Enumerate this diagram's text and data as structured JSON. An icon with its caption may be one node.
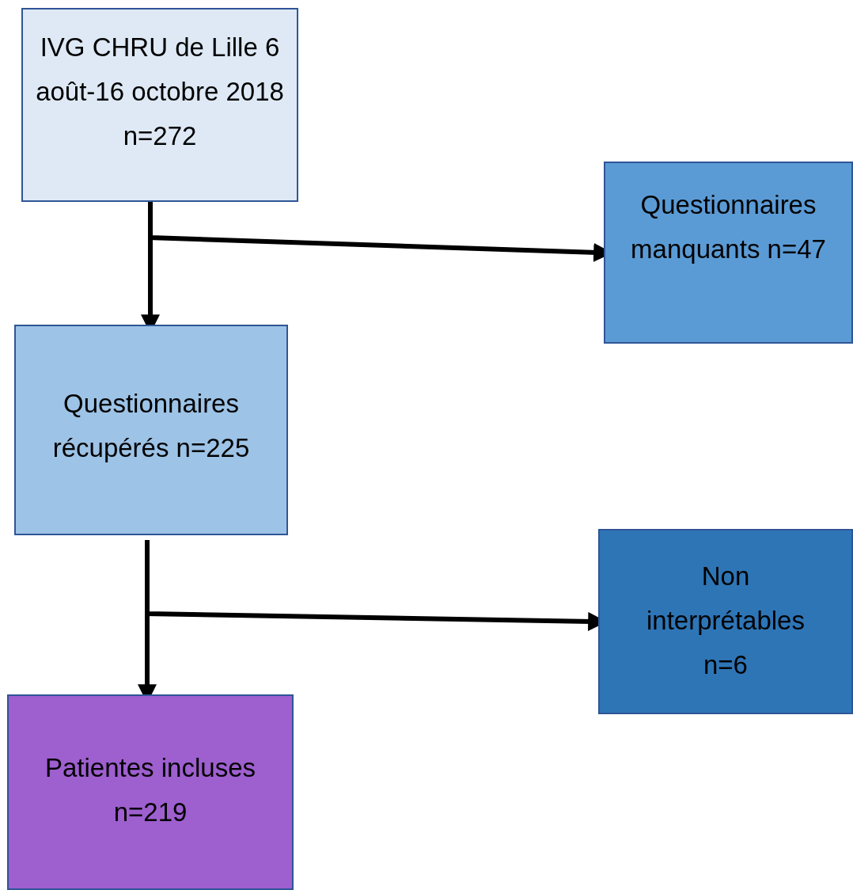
{
  "diagram": {
    "nodes": [
      {
        "text": [
          "IVG CHRU de Lille 6 août-16 octobre 2018 n=272"
        ]
      },
      {
        "text": [
          "Questionnaires manquants n=47"
        ]
      },
      {
        "text": [
          "Questionnaires récupérés n=225"
        ]
      },
      {
        "text": [
          "Non interprétables n=6"
        ]
      },
      {
        "text": [
          "Patientes incluses n=219"
        ]
      }
    ],
    "edges": [
      {
        "from": 0,
        "to": 2,
        "arrow": "to"
      },
      {
        "from": 0,
        "to": 1,
        "arrow": "to"
      },
      {
        "from": 2,
        "to": 4,
        "arrow": "to"
      },
      {
        "from": 2,
        "to": 3,
        "arrow": "to"
      }
    ]
  }
}
